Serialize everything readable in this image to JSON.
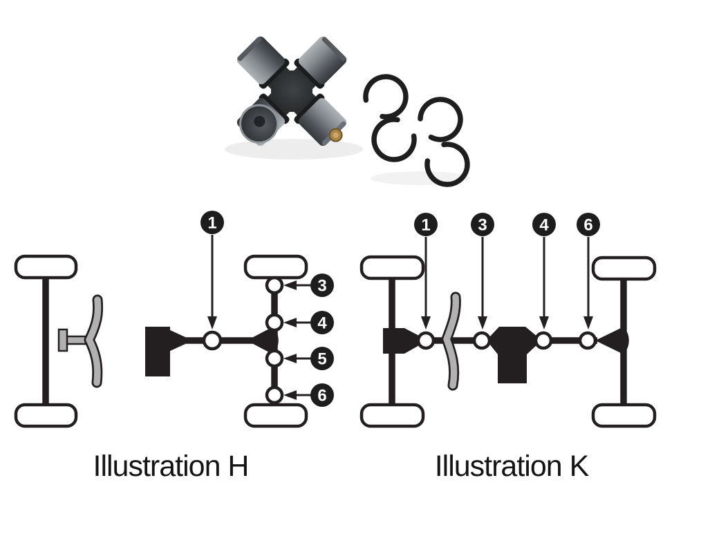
{
  "photo": {
    "u_joint": "universal-joint-cross-with-bearing-caps",
    "snap_rings": "four-snap-rings",
    "grease_fitting": "brass-grease-fitting"
  },
  "colors": {
    "ink": "#231f20",
    "gray": "#b1b1b1",
    "paper": "#ffffff",
    "balloon_fill": "#1d1d1d",
    "balloon_text": "#ffffff",
    "brass": "#b18a45"
  },
  "illustration_h": {
    "caption": "Illustration H",
    "balloons": [
      {
        "label": "1"
      },
      {
        "label": "3"
      },
      {
        "label": "4"
      },
      {
        "label": "5"
      },
      {
        "label": "6"
      }
    ]
  },
  "illustration_k": {
    "caption": "Illustration K",
    "balloons": [
      {
        "label": "1"
      },
      {
        "label": "3"
      },
      {
        "label": "4"
      },
      {
        "label": "6"
      }
    ]
  }
}
